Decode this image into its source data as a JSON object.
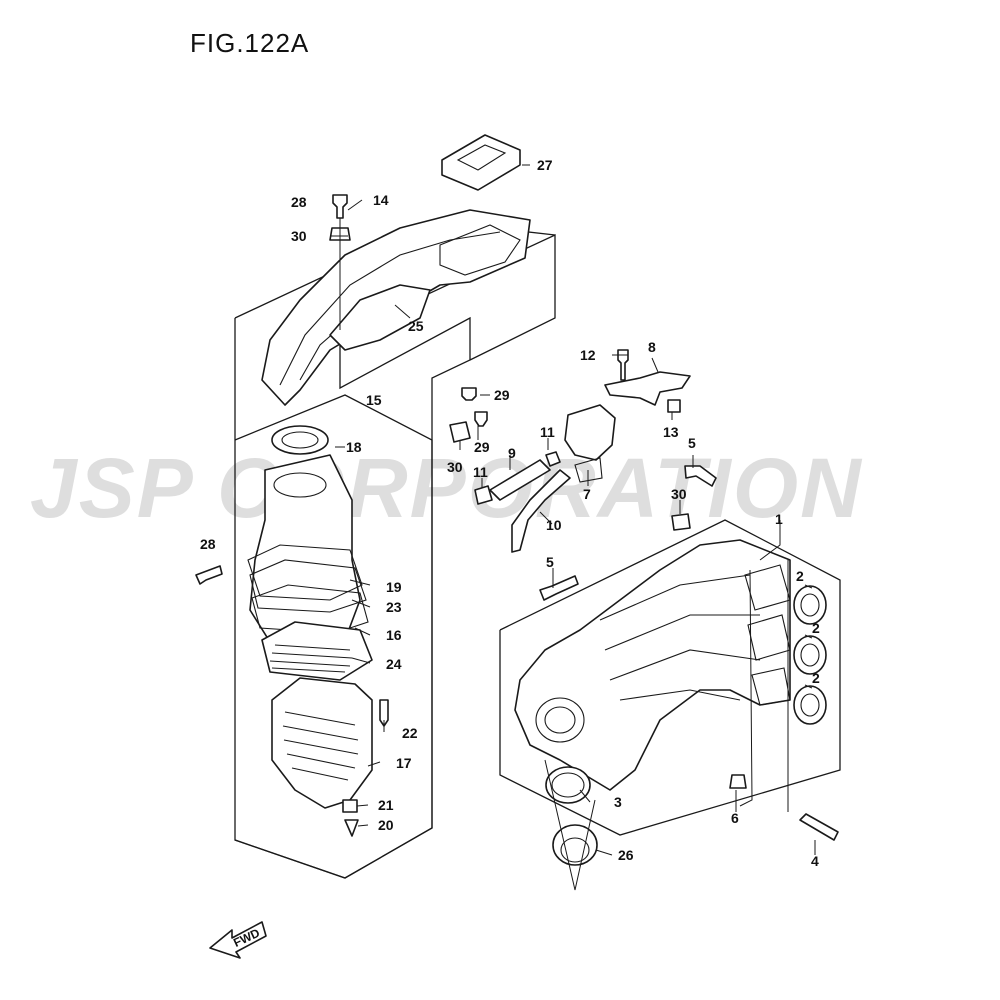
{
  "figure": {
    "title": "FIG.122A",
    "watermark": "JSP CORPORATION",
    "direction_label": "FWD"
  },
  "callouts": [
    {
      "id": "27",
      "text": "27"
    },
    {
      "id": "28a",
      "text": "28"
    },
    {
      "id": "14",
      "text": "14"
    },
    {
      "id": "30a",
      "text": "30"
    },
    {
      "id": "25",
      "text": "25"
    },
    {
      "id": "29a",
      "text": "29"
    },
    {
      "id": "15",
      "text": "15"
    },
    {
      "id": "18",
      "text": "18"
    },
    {
      "id": "29b",
      "text": "29"
    },
    {
      "id": "30b",
      "text": "30"
    },
    {
      "id": "12",
      "text": "12"
    },
    {
      "id": "8",
      "text": "8"
    },
    {
      "id": "13",
      "text": "13"
    },
    {
      "id": "11a",
      "text": "11"
    },
    {
      "id": "9",
      "text": "9"
    },
    {
      "id": "11b",
      "text": "11"
    },
    {
      "id": "7",
      "text": "7"
    },
    {
      "id": "10",
      "text": "10"
    },
    {
      "id": "5a",
      "text": "5"
    },
    {
      "id": "30c",
      "text": "30"
    },
    {
      "id": "1",
      "text": "1"
    },
    {
      "id": "28b",
      "text": "28"
    },
    {
      "id": "19",
      "text": "19"
    },
    {
      "id": "23",
      "text": "23"
    },
    {
      "id": "16",
      "text": "16"
    },
    {
      "id": "24",
      "text": "24"
    },
    {
      "id": "5b",
      "text": "5"
    },
    {
      "id": "2a",
      "text": "2"
    },
    {
      "id": "2b",
      "text": "2"
    },
    {
      "id": "2c",
      "text": "2"
    },
    {
      "id": "22",
      "text": "22"
    },
    {
      "id": "17",
      "text": "17"
    },
    {
      "id": "21",
      "text": "21"
    },
    {
      "id": "20",
      "text": "20"
    },
    {
      "id": "3",
      "text": "3"
    },
    {
      "id": "6",
      "text": "6"
    },
    {
      "id": "4",
      "text": "4"
    },
    {
      "id": "26",
      "text": "26"
    }
  ]
}
